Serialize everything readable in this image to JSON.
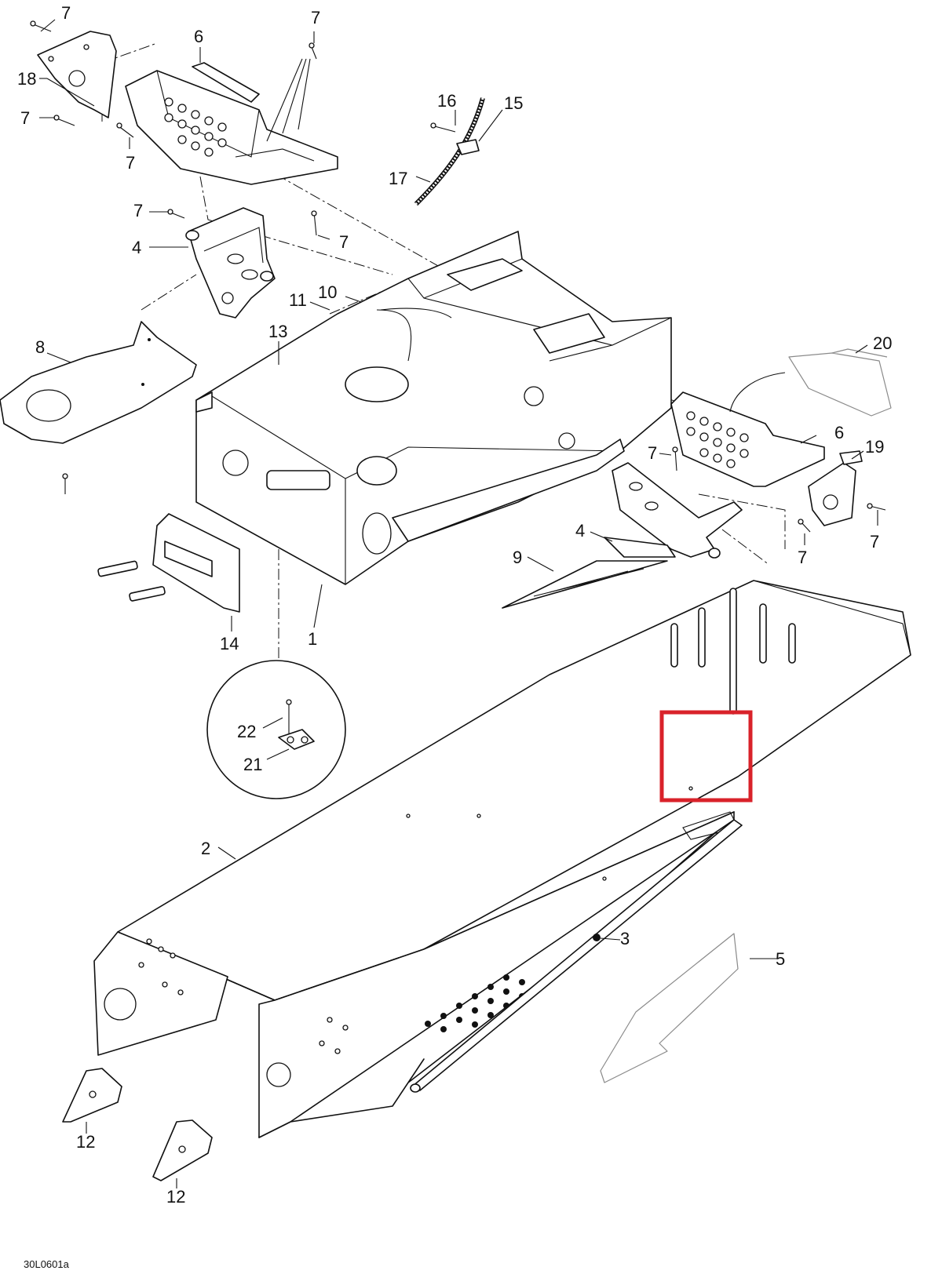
{
  "figure": {
    "id": "30L0601a",
    "highlight_color": "#d9222a"
  },
  "callouts": {
    "c1": "1",
    "c2": "2",
    "c3": "3",
    "c4a": "4",
    "c4b": "4",
    "c5": "5",
    "c6a": "6",
    "c6b": "6",
    "c7a": "7",
    "c7b": "7",
    "c7c": "7",
    "c7d": "7",
    "c7e": "7",
    "c7f": "7",
    "c7g": "7",
    "c7h": "7",
    "c7i": "7",
    "c8": "8",
    "c9": "9",
    "c10": "10",
    "c11": "11",
    "c12a": "12",
    "c12b": "12",
    "c13": "13",
    "c14": "14",
    "c15": "15",
    "c16": "16",
    "c17": "17",
    "c18": "18",
    "c19": "19",
    "c20": "20",
    "c21": "21",
    "c22": "22"
  }
}
